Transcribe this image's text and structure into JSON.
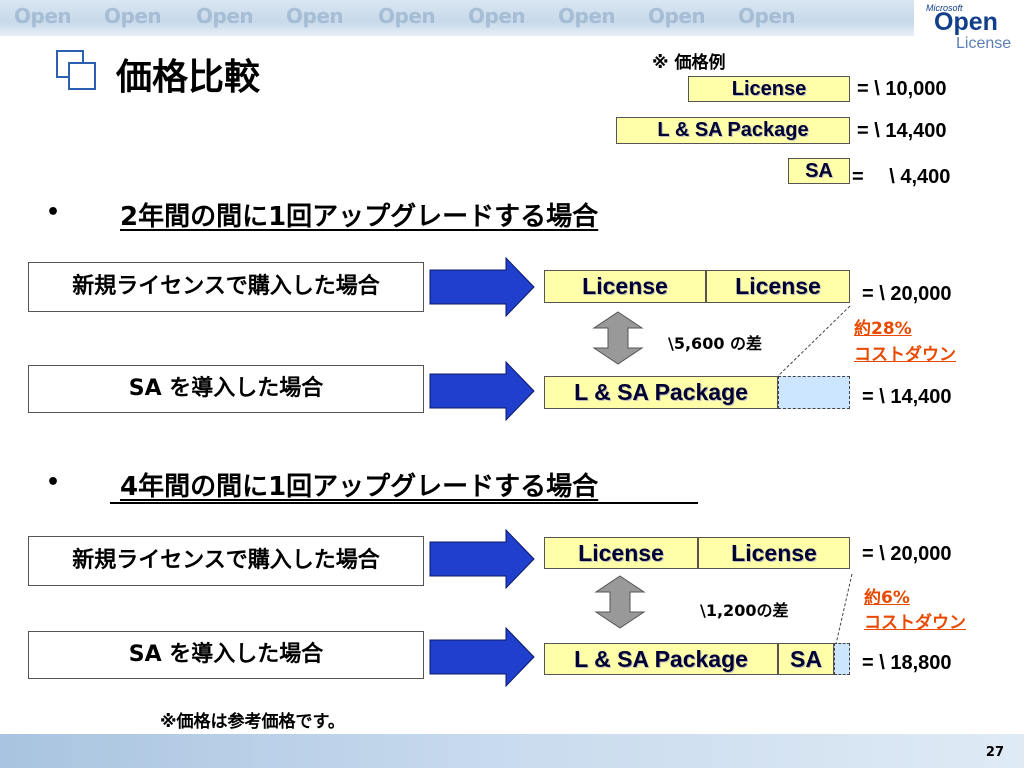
{
  "banner": {
    "words": [
      "Open",
      "Open",
      "Open",
      "Open",
      "Open",
      "Open",
      "Open",
      "Open",
      "Open"
    ],
    "logo_ms": "Microsoft",
    "logo_open": "Open",
    "logo_license": "License"
  },
  "title": "価格比較",
  "example": {
    "label": "※ 価格例",
    "rows": [
      {
        "box": "License",
        "price": "= \\ 10,000"
      },
      {
        "box": "L & SA Package",
        "price": "= \\ 14,400"
      },
      {
        "box": "SA",
        "price": "=　 \\ 4,400"
      }
    ]
  },
  "section1": {
    "bullet": "•",
    "heading": "2年間の間に1回アップグレードする場合",
    "new_purchase": "新規ライセンスで購入した場合",
    "sa_case": "SA を導入した場合",
    "top_boxes": [
      "License",
      "License"
    ],
    "top_price": "= \\ 20,000",
    "bottom_box": "L & SA Package",
    "bottom_price": "= \\ 14,400",
    "diff": "\\5,600 の差",
    "saving_pct": "約28%",
    "saving_text": "コストダウン"
  },
  "section2": {
    "bullet": "•",
    "heading": "4年間の間に1回アップグレードする場合",
    "new_purchase": "新規ライセンスで購入した場合",
    "sa_case": "SA を導入した場合",
    "top_boxes": [
      "License",
      "License"
    ],
    "top_price": "= \\ 20,000",
    "bottom_boxes": [
      "L & SA Package",
      "SA"
    ],
    "bottom_price": "= \\ 18,800",
    "diff": "\\1,200の差",
    "saving_pct": "約6%",
    "saving_text": "コストダウン"
  },
  "footnote": "※価格は参考価格です。",
  "page_number": "27",
  "colors": {
    "arrow_blue": "#1f3fcc",
    "box_yellow": "#ffffaa",
    "saving_orange": "#e84a00",
    "dashed_fill": "#cce6ff"
  }
}
